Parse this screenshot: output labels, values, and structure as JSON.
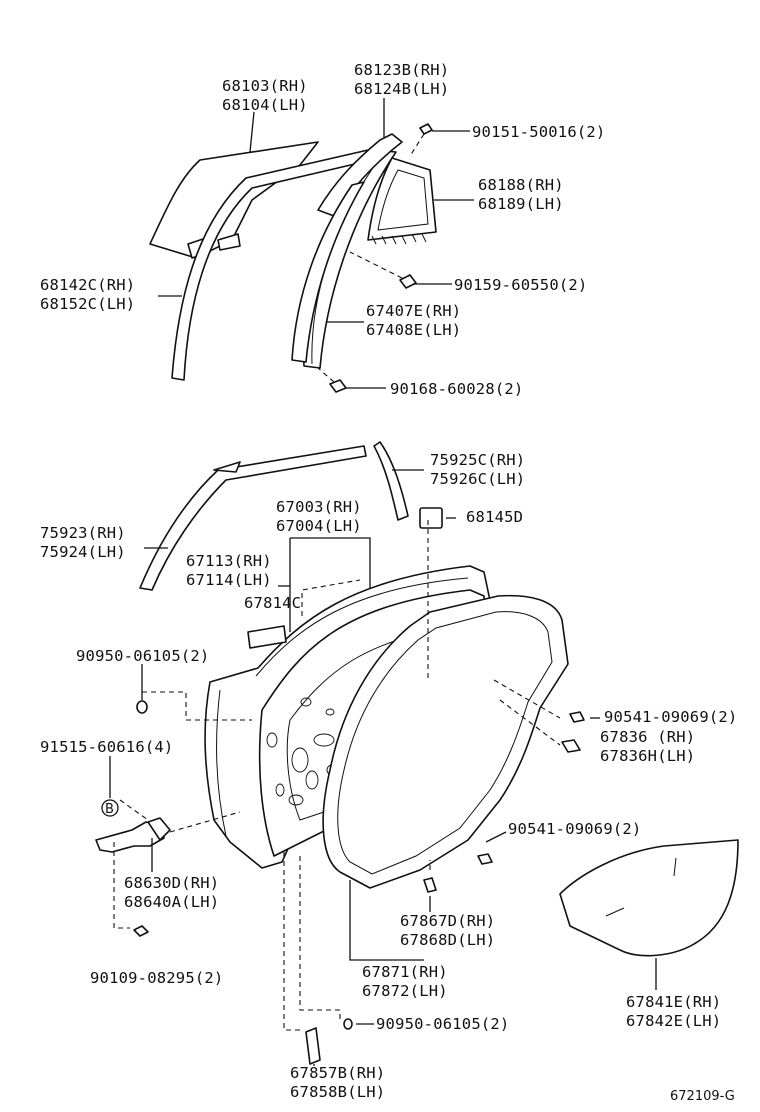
{
  "diagram_id": "672109-G",
  "labels": {
    "glass_rh": "68103(RH)",
    "glass_lh": "68104(LH)",
    "run_rh": "68123B(RH)",
    "run_lh": "68124B(LH)",
    "screw_90151": "90151-50016(2)",
    "qtr_rh": "68188(RH)",
    "qtr_lh": "68189(LH)",
    "bolt_90159": "90159-60550(2)",
    "chan_rh": "68142C(RH)",
    "chan_lh": "68152C(LH)",
    "frame_rh": "67407E(RH)",
    "frame_lh": "67408E(LH)",
    "bolt_90168": "90168-60028(2)",
    "belt_upper_rh": "75925C(RH)",
    "belt_upper_lh": "75926C(LH)",
    "moulding_rh": "75923(RH)",
    "moulding_lh": "75924(LH)",
    "door_rh": "67003(RH)",
    "door_lh": "67004(LH)",
    "pad_68145": "68145D",
    "hinge_rh": "67113(RH)",
    "hinge_lh": "67114(LH)",
    "pad_67814": "67814C",
    "plug_90950a": "90950-06105(2)",
    "clip_90541a": "90541-09069(2)",
    "clip_67836_rh": "67836 (RH)",
    "clip_67836_lh": "67836H(LH)",
    "screw_91515": "91515-60616(4)",
    "callout_b": "B",
    "check_rh": "68630D(RH)",
    "check_lh": "68640A(LH)",
    "clip_90541b": "90541-09069(2)",
    "wstrip_rh": "67867D(RH)",
    "wstrip_lh": "67868D(LH)",
    "bolt_90109": "90109-08295(2)",
    "open_rh": "67871(RH)",
    "open_lh": "67872(LH)",
    "sheet_rh": "67841E(RH)",
    "sheet_lh": "67842E(LH)",
    "plug_90950b": "90950-06105(2)",
    "trim_rh": "67857B(RH)",
    "trim_lh": "67858B(LH)"
  }
}
